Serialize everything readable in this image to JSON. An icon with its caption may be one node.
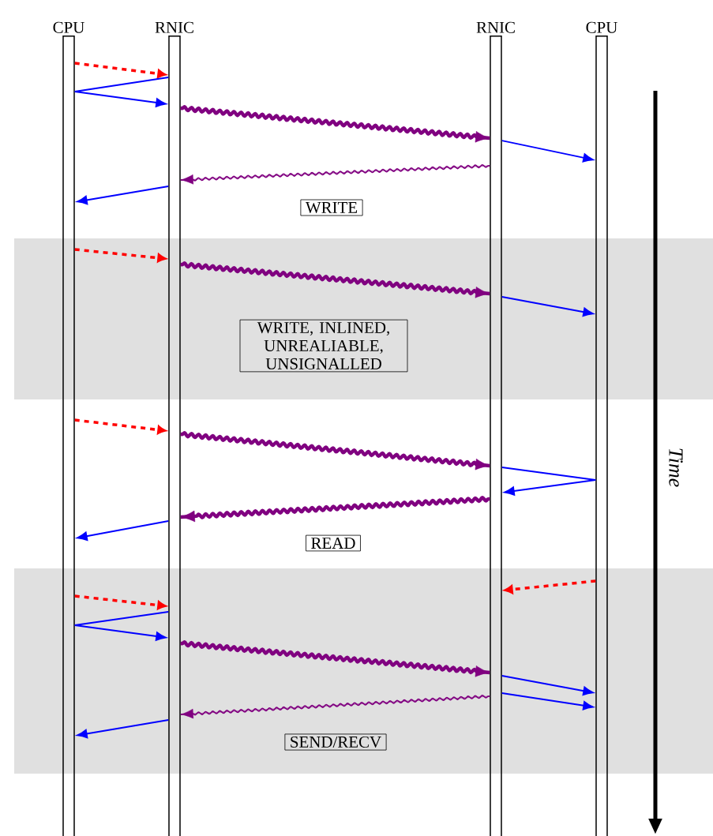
{
  "diagram": {
    "nodes": [
      {
        "text": [
          "CPU"
        ]
      },
      {
        "text": [
          "RNIC"
        ]
      },
      {
        "text": [
          "RNIC"
        ]
      },
      {
        "text": [
          "CPU"
        ]
      },
      {
        "text": [
          "WRITE"
        ]
      },
      {
        "text": [
          "WRITE, INLINED, UNREALIABLE, UNSIGNALLED"
        ]
      },
      {
        "text": [
          "READ"
        ]
      },
      {
        "text": [
          "SEND/RECV"
        ]
      }
    ],
    "edges": [
      {
        "from": 0,
        "to": 1,
        "arrow": "to",
        "style": "dashed",
        "color": "#ff0000"
      },
      {
        "from": 1,
        "to": 0,
        "arrow": "none"
      },
      {
        "from": 0,
        "to": 1,
        "arrow": "to"
      },
      {
        "from": 1,
        "to": 2,
        "arrow": "to",
        "style": "thick",
        "color": "#800080"
      },
      {
        "from": 2,
        "to": 3,
        "arrow": "to"
      },
      {
        "from": 2,
        "to": 1,
        "arrow": "to",
        "color": "#800080"
      },
      {
        "from": 1,
        "to": 0,
        "arrow": "to"
      },
      {
        "from": 0,
        "to": 1,
        "arrow": "to",
        "style": "dashed",
        "color": "#ff0000"
      },
      {
        "from": 1,
        "to": 2,
        "arrow": "to",
        "style": "thick",
        "color": "#800080"
      },
      {
        "from": 2,
        "to": 3,
        "arrow": "to"
      },
      {
        "from": 0,
        "to": 1,
        "arrow": "to",
        "style": "dashed",
        "color": "#ff0000"
      },
      {
        "from": 1,
        "to": 2,
        "arrow": "to",
        "style": "thick",
        "color": "#800080"
      },
      {
        "from": 2,
        "to": 3,
        "arrow": "none"
      },
      {
        "from": 3,
        "to": 2,
        "arrow": "to"
      },
      {
        "from": 2,
        "to": 1,
        "arrow": "to",
        "style": "thick",
        "color": "#800080"
      },
      {
        "from": 1,
        "to": 0,
        "arrow": "to"
      },
      {
        "from": 3,
        "to": 2,
        "arrow": "to",
        "style": "dashed",
        "color": "#ff0000"
      },
      {
        "from": 0,
        "to": 1,
        "arrow": "to",
        "style": "dashed",
        "color": "#ff0000"
      },
      {
        "from": 1,
        "to": 0,
        "arrow": "none"
      },
      {
        "from": 0,
        "to": 1,
        "arrow": "to"
      },
      {
        "from": 1,
        "to": 2,
        "arrow": "to",
        "style": "thick",
        "color": "#800080"
      },
      {
        "from": 2,
        "to": 3,
        "arrow": "to"
      },
      {
        "from": 2,
        "to": 3,
        "arrow": "to"
      },
      {
        "from": 2,
        "to": 1,
        "arrow": "to",
        "color": "#800080"
      },
      {
        "from": 1,
        "to": 0,
        "arrow": "to"
      }
    ],
    "labels": [
      "Time"
    ]
  }
}
